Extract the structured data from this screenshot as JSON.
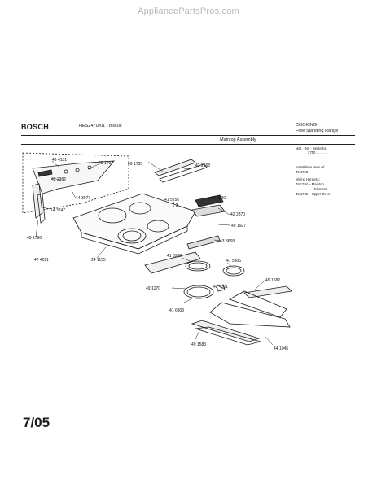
{
  "watermark": "AppliancePartsPros.com",
  "header": {
    "brand": "BOSCH",
    "model": "HES247U/01 - biscuit",
    "category": "COOKING",
    "product": "Free Standing Range",
    "section": "Maintop Assembly"
  },
  "side_notes": {
    "top_note": "Mat. - Nr. - Bestellnr.",
    "top_note2": "3750 . . . . . .",
    "install_label": "Installation Manual:",
    "install_value": "49 4798",
    "wiring_label": "Wiring Harness:",
    "wiring_1": "49 1794 – Maintop",
    "wiring_1b": "Element",
    "wiring_2": "49 1795 – Upper Oven"
  },
  "part_numbers": {
    "p1": "49 4131",
    "p2": "49 1797",
    "p3": "42 2392",
    "p4": "14 3077",
    "p5": "14 3747",
    "p6": "49 1796",
    "p7": "47 4011",
    "p8": "24 1155",
    "p9": "49 1785",
    "p10": "42 2368",
    "p11": "41 5255",
    "p12": "42 2390",
    "p13": "42 2370",
    "p14": "49 1927",
    "p15": "43 8668",
    "p16": "41 6302",
    "p17": "41 5306",
    "p18": "49 1270",
    "p19": "42 4321",
    "p20": "41 6303",
    "p21": "49 1582",
    "p22": "49 1583",
    "p23": "44 1045"
  },
  "footer": {
    "date_code": "7/05"
  }
}
